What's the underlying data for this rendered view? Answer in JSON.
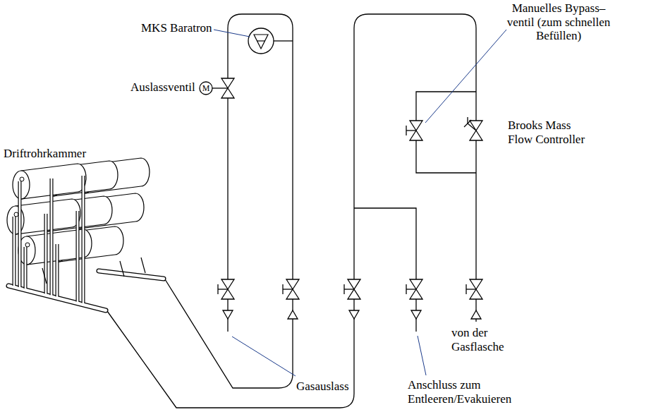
{
  "diagram": {
    "labels": [
      "MKS Baratron",
      "M",
      "Auslassventil",
      "Driftrohrkammer",
      "Manuelles Bypass– ventil (zum schnellen Befüllen)",
      "Brooks Mass Flow Controller",
      "von der Gasflasche",
      "Gasauslass",
      "Anschluss zum Entleeren/Evakuieren"
    ]
  }
}
